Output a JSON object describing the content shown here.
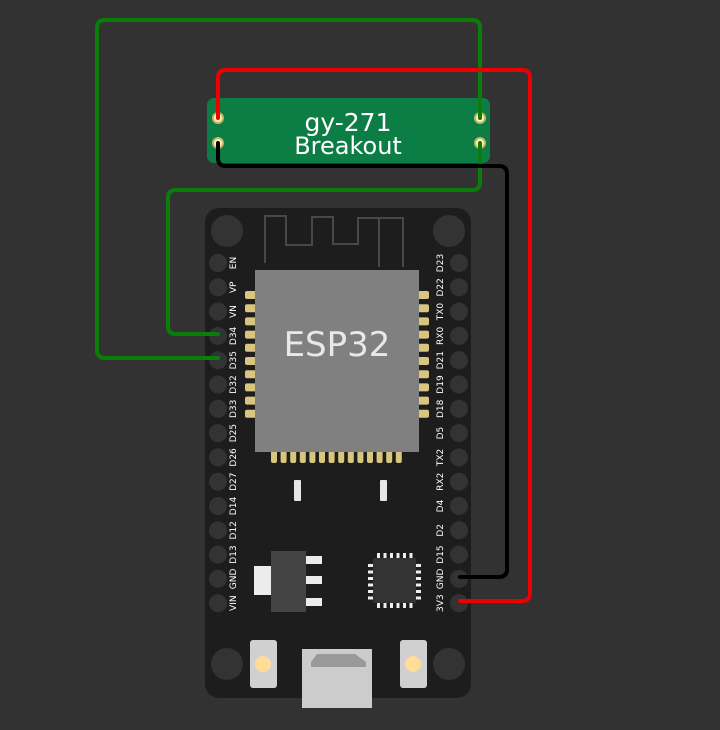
{
  "breakout": {
    "line1": "gy-271",
    "line2": "Breakout"
  },
  "esp32": {
    "chip_label": "ESP32",
    "left_pins": [
      "EN",
      "VP",
      "VN",
      "D34",
      "D35",
      "D32",
      "D33",
      "D25",
      "D26",
      "D27",
      "D14",
      "D12",
      "D13",
      "GND",
      "VIN"
    ],
    "right_pins": [
      "D23",
      "D22",
      "TX0",
      "RX0",
      "D21",
      "D19",
      "D18",
      "D5",
      "TX2",
      "RX2",
      "D4",
      "D2",
      "D15",
      "GND",
      "3V3"
    ]
  },
  "colors": {
    "background": "#323232",
    "board": "#1d1d1d",
    "breakout": "#0b7d45",
    "wire_green": "#0a7d0a",
    "wire_red": "#ee0000",
    "wire_black": "#000000",
    "chip": "#808080",
    "pad": "#d8c680"
  }
}
